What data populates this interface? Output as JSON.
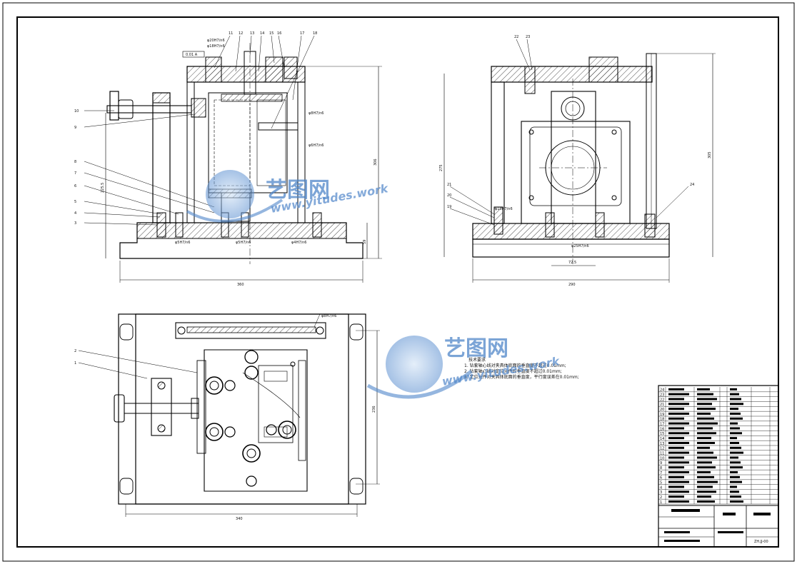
{
  "front_view": {
    "balloons_top": [
      "11",
      "12",
      "13",
      "14",
      "15",
      "16",
      "17",
      "18"
    ],
    "balloons_left": [
      "10",
      "9",
      "8",
      "7",
      "6",
      "5",
      "4",
      "3"
    ],
    "fit_labels": [
      "φ20H7/n6",
      "φ18H7/n6",
      "φ5H7/n6",
      "φ5H7/n6",
      "φ4H7/n6",
      "φ8H7/n6",
      "φ6H7/n6"
    ],
    "datum_box": "0.01 A",
    "dims": {
      "width": "360",
      "height_left": "225.5",
      "height_right": "306",
      "base": "59"
    }
  },
  "side_view": {
    "balloons": [
      "22",
      "23",
      "21",
      "20",
      "19",
      "24"
    ],
    "fit_label": "φ10H7/n6",
    "bottom_fit": "φ25H7/n6",
    "dims": {
      "width": "290",
      "height_left": "275",
      "height_right": "305",
      "center": "72.5"
    }
  },
  "top_view": {
    "balloons": [
      "2",
      "1"
    ],
    "fit_label": "φ8H7/n6",
    "dims": {
      "width": "340",
      "height": "236"
    }
  },
  "technical_requirements": {
    "title": "技术要求",
    "items": [
      "1. 钻套轴心线对夹具体底面的垂直度不超过0.01mm;",
      "2. 钻套轴心线对定位元件的垂直度不超过0.01mm;",
      "3. 定位元件对夹具体底面的垂直度，平行度误差在0.01mm;"
    ]
  },
  "title_block": {
    "row_numbers": [
      "24",
      "23",
      "22",
      "21",
      "20",
      "19",
      "18",
      "17",
      "16",
      "15",
      "14",
      "13",
      "12",
      "11",
      "10",
      "9",
      "8",
      "7",
      "6",
      "5",
      "4",
      "3",
      "2",
      "1"
    ],
    "drawing_no": "ZH.JJ-00"
  },
  "watermark": {
    "brand": "艺图网",
    "url": "www.yitudes.work"
  },
  "colors": {
    "line": "#000000",
    "watermark": "#4f86c9"
  }
}
